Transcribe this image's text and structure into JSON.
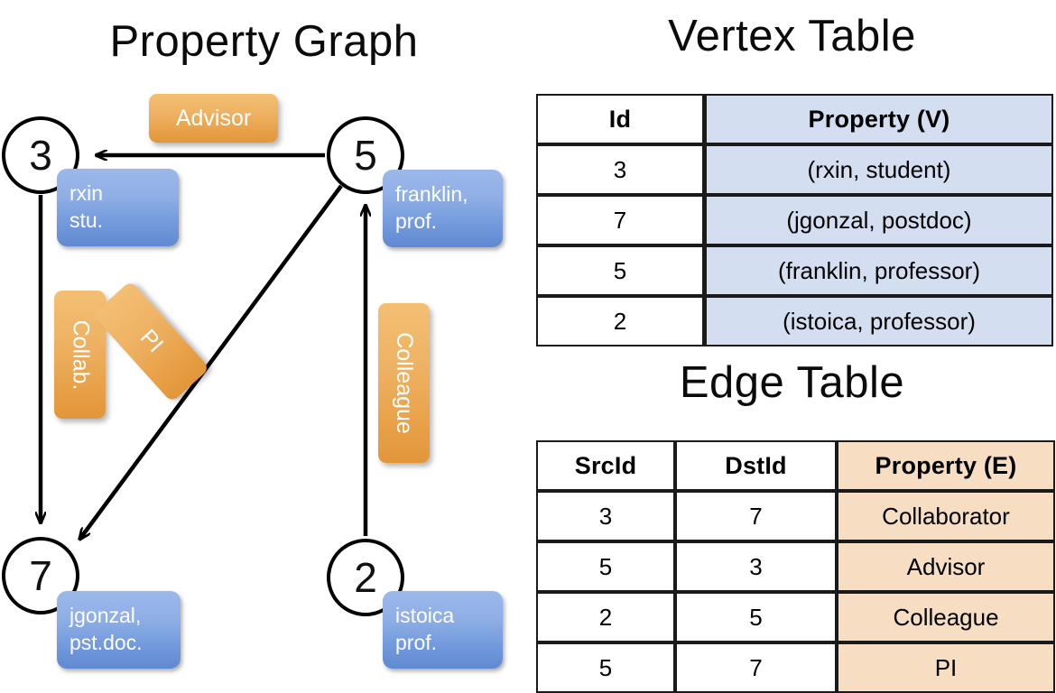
{
  "titles": {
    "property_graph": "Property Graph",
    "vertex_table": "Vertex Table",
    "edge_table": "Edge Table"
  },
  "colors": {
    "vertex_property_fill": "#d3dff0",
    "edge_property_fill": "#f7ddc2",
    "node_property_box": "#6f97da",
    "edge_label_box": "#eeb263",
    "stroke": "#000000"
  },
  "graph": {
    "nodes": [
      {
        "id": "3",
        "label": "3",
        "property": "rxin\nstu."
      },
      {
        "id": "5",
        "label": "5",
        "property": "franklin,\nprof."
      },
      {
        "id": "7",
        "label": "7",
        "property": "jgonzal,\npst.doc."
      },
      {
        "id": "2",
        "label": "2",
        "property": "istoica\nprof."
      }
    ],
    "edge_labels": [
      {
        "name": "advisor",
        "text": "Advisor",
        "orientation": "horizontal"
      },
      {
        "name": "collab",
        "text": "Collab.",
        "orientation": "vertical"
      },
      {
        "name": "pi",
        "text": "PI",
        "orientation": "diagonal"
      },
      {
        "name": "colleague",
        "text": "Colleague",
        "orientation": "vertical"
      }
    ],
    "edges": [
      {
        "from": "5",
        "to": "3",
        "label": "Advisor"
      },
      {
        "from": "3",
        "to": "7",
        "label": "Collab."
      },
      {
        "from": "5",
        "to": "7",
        "label": "PI"
      },
      {
        "from": "2",
        "to": "5",
        "label": "Colleague"
      }
    ]
  },
  "vertex_table": {
    "headers": [
      "Id",
      "Property (V)"
    ],
    "rows": [
      {
        "id": "3",
        "property": "(rxin, student)"
      },
      {
        "id": "7",
        "property": "(jgonzal, postdoc)"
      },
      {
        "id": "5",
        "property": "(franklin, professor)"
      },
      {
        "id": "2",
        "property": "(istoica, professor)"
      }
    ]
  },
  "edge_table": {
    "headers": [
      "SrcId",
      "DstId",
      "Property (E)"
    ],
    "rows": [
      {
        "src": "3",
        "dst": "7",
        "property": "Collaborator"
      },
      {
        "src": "5",
        "dst": "3",
        "property": "Advisor"
      },
      {
        "src": "2",
        "dst": "5",
        "property": "Colleague"
      },
      {
        "src": "5",
        "dst": "7",
        "property": "PI"
      }
    ]
  }
}
